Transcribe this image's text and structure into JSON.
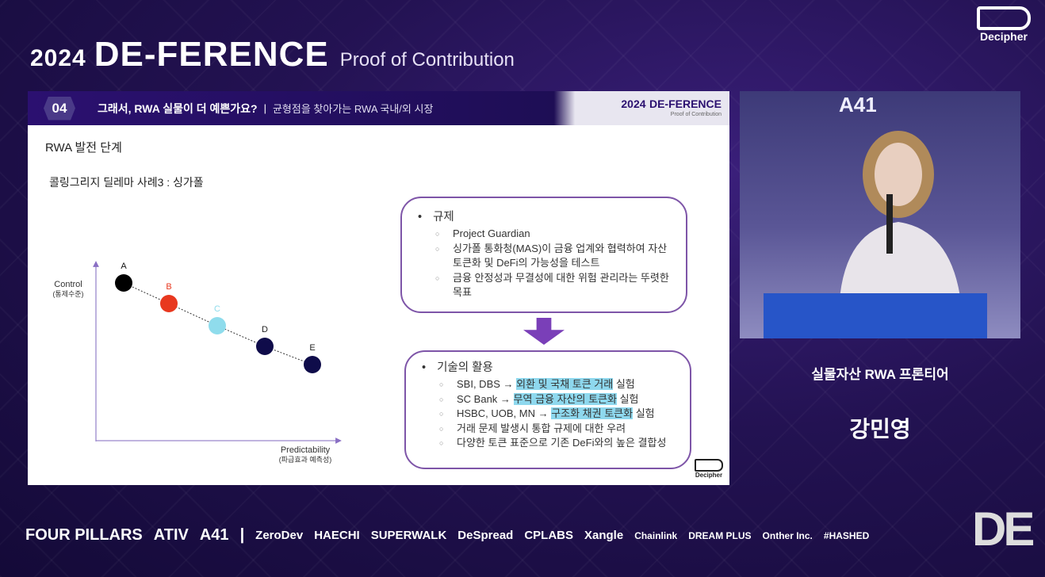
{
  "event": {
    "year": "2024",
    "name": "DE-FERENCE",
    "tagline": "Proof of Contribution",
    "logo": "Decipher"
  },
  "slide": {
    "section_number": "04",
    "section_title": "그래서, RWA 실물이 더 예쁜가요?",
    "separator": "|",
    "section_subtitle": "균형점을 찾아가는 RWA 국내/외 시장",
    "brand_year": "2024",
    "brand_name": "DE-FERENCE",
    "brand_tagline": "Proof of Contribution",
    "heading": "RWA 발전 단계",
    "subheading": "콜링그리지 딜레마 사례3 : 싱가폴",
    "diagram": {
      "y_label": "Control",
      "y_label_sub": "(통제수준)",
      "x_label": "Predictability",
      "x_label_sub": "(파급효과 예측성)",
      "points": [
        {
          "label": "A",
          "color": "#000000",
          "label_color": "#111111"
        },
        {
          "label": "B",
          "color": "#e8381f",
          "label_color": "#e8381f"
        },
        {
          "label": "C",
          "color": "#8fdcec",
          "label_color": "#8fdcec"
        },
        {
          "label": "D",
          "color": "#0f0c4a",
          "label_color": "#222222"
        },
        {
          "label": "E",
          "color": "#0f0c4a",
          "label_color": "#222222"
        }
      ]
    },
    "box1": {
      "head": "규제",
      "items": [
        {
          "text": "Project Guardian"
        },
        {
          "text": "싱가폴 통화청(MAS)이 금융 업계와 협력하여 자산 토큰화 및 DeFi의 가능성을 테스트"
        },
        {
          "text": "금융 안정성과 무결성에 대한 위험 관리라는 뚜렷한 목표"
        }
      ]
    },
    "box2": {
      "head": "기술의 활용",
      "items": [
        {
          "pre": "SBI, DBS → ",
          "hl": "외환 및 국채 토큰 거래",
          "post": " 실험"
        },
        {
          "pre": "SC Bank → ",
          "hl": "무역 금융 자산의 토큰화",
          "post": " 실험"
        },
        {
          "pre": "HSBC, UOB, MN → ",
          "hl": "구조화 채권 토큰화",
          "post": " 실험"
        },
        {
          "pre": "거래 문제 발생시 통합 규제에 대한 우려",
          "hl": "",
          "post": ""
        },
        {
          "pre": "다양한 토큰 표준으로 기존 DeFi와의 높은 결합성",
          "hl": "",
          "post": ""
        }
      ]
    },
    "footer_logo": "Decipher"
  },
  "video": {
    "backdrop_logo": "A41"
  },
  "speaker": {
    "topic": "실물자산 RWA 프론티어",
    "name": "강민영"
  },
  "sponsors": [
    "FOUR PILLARS",
    "ATIV",
    "A41",
    "|",
    "ZeroDev",
    "HAECHI",
    "SUPERWALK",
    "DeSpread",
    "CPLABS",
    "Xangle",
    "Chainlink",
    "DREAM PLUS",
    "Onther Inc.",
    "#HASHED"
  ],
  "corner_logo": "DE"
}
